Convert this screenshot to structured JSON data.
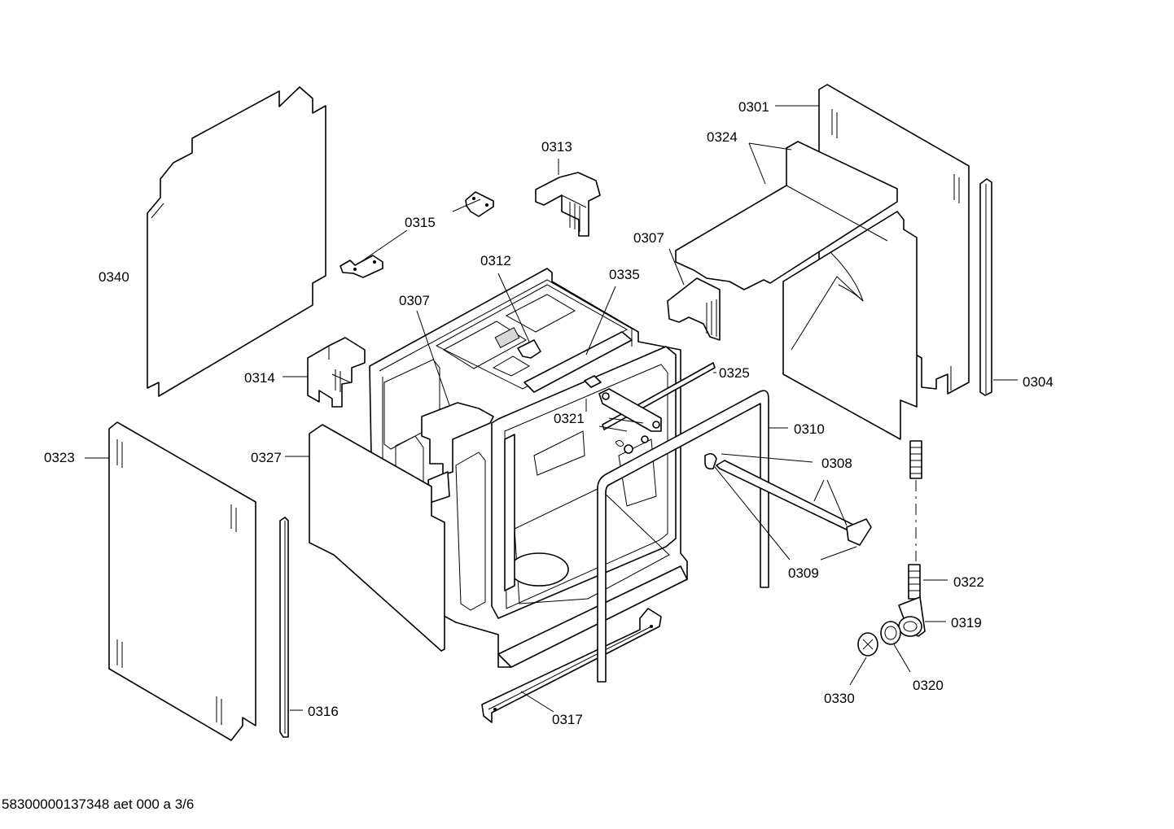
{
  "callouts": {
    "c0301": "0301",
    "c0324": "0324",
    "c0313": "0313",
    "c0315": "0315",
    "c0340": "0340",
    "c0307a": "0307",
    "c0312": "0312",
    "c0335": "0335",
    "c0307b": "0307",
    "c0314": "0314",
    "c0325": "0325",
    "c0304": "0304",
    "c0321": "0321",
    "c0310": "0310",
    "c0323": "0323",
    "c0327": "0327",
    "c0308": "0308",
    "c0309": "0309",
    "c0322": "0322",
    "c0319": "0319",
    "c0320": "0320",
    "c0330": "0330",
    "c0316": "0316",
    "c0317": "0317"
  },
  "footer": "58300000137348 aet 000 a 3/6"
}
